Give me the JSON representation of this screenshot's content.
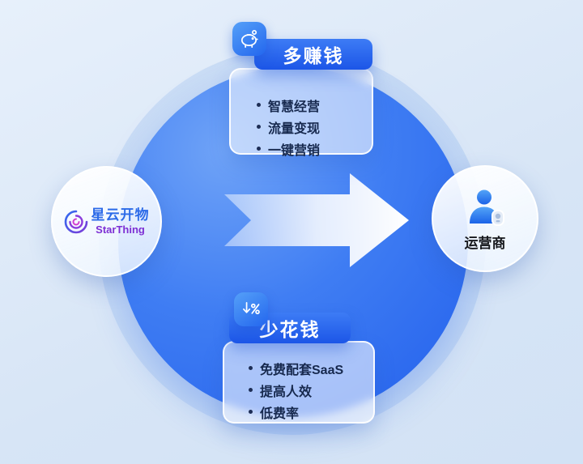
{
  "logo": {
    "cn": "星云开物",
    "en": "StarThing"
  },
  "operator": {
    "label": "运营商"
  },
  "top_card": {
    "title": "多赚钱",
    "items": [
      "智慧经营",
      "流量变现",
      "一键营销"
    ]
  },
  "bottom_card": {
    "title": "少花钱",
    "items": [
      "免费配套SaaS",
      "提高人效",
      "低费率"
    ]
  },
  "icons": {
    "top_badge": "piggy-bank",
    "bottom_badge": "percent-down",
    "operator": "person",
    "center": "arrow-right",
    "logo": "swirl"
  },
  "colors": {
    "background": "#dae7f6",
    "ring": "#c3d8f4",
    "circle_start": "#6fa3f7",
    "circle_end": "#2360ec",
    "pill_blue": "#2e6bf0",
    "text_dark": "#17294e",
    "logo_cn": "#2b6ae8",
    "logo_en": "#7d2fd4"
  }
}
